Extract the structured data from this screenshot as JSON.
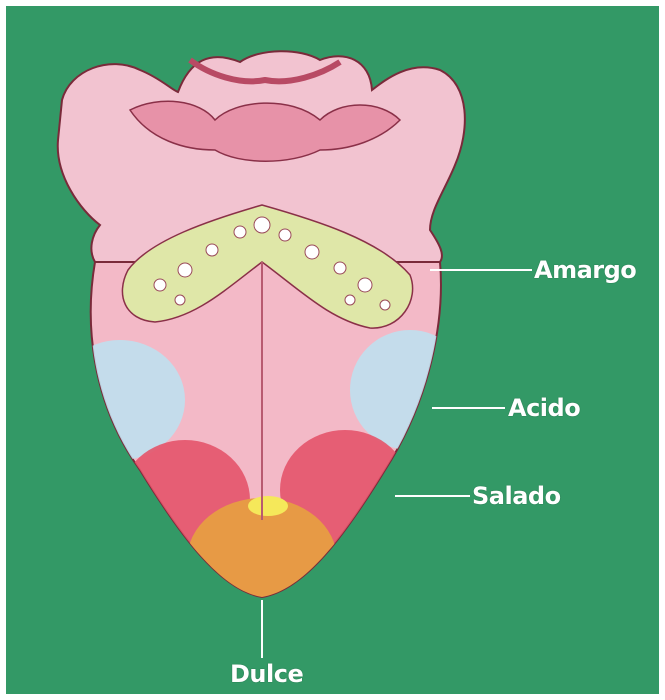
{
  "labels": {
    "bitter": "Amargo",
    "sour": "Acido",
    "salty": "Salado",
    "sweet": "Dulce"
  },
  "colors": {
    "background": "#339966",
    "tongue": "#f3b9c7",
    "bitter_zone": "#dfe7a8",
    "sour_zone": "#bfe0ee",
    "salty_zone": "#e4546a",
    "sweet_zone": "#e79a45",
    "label_text": "#ffffff"
  }
}
